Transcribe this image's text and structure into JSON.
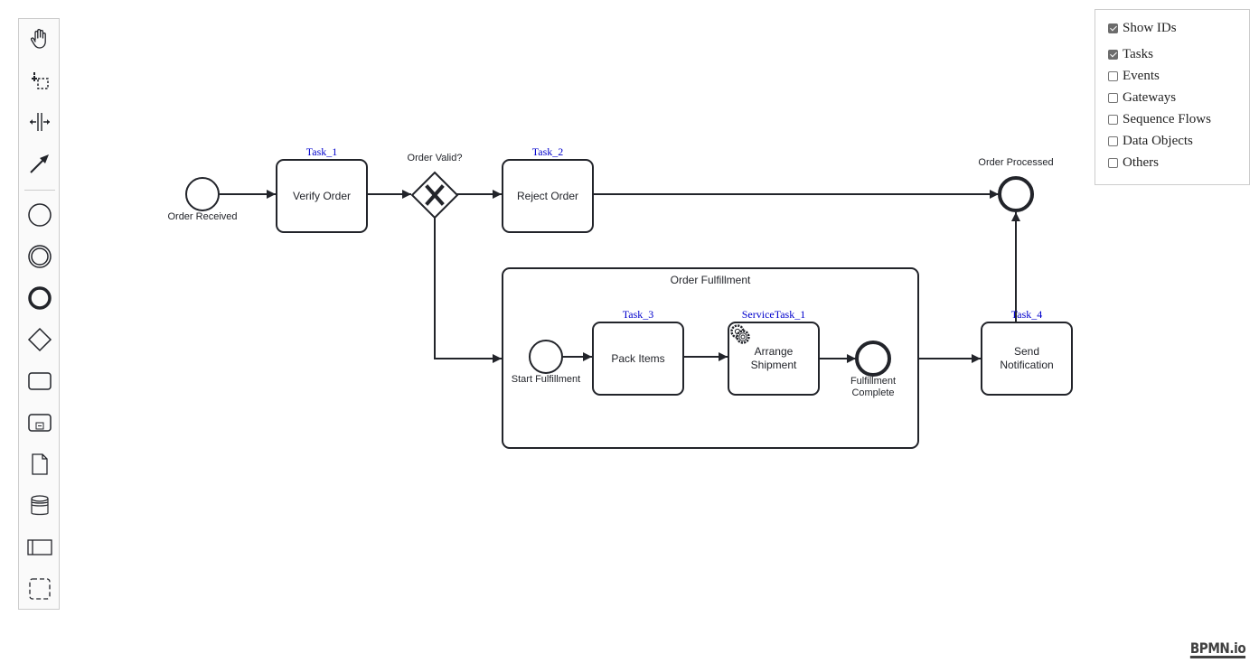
{
  "palette": {
    "tools": [
      {
        "icon": "hand-tool-icon"
      },
      {
        "icon": "lasso-tool-icon"
      },
      {
        "icon": "space-tool-icon"
      },
      {
        "icon": "connect-tool-icon"
      },
      {
        "icon": "start-event-icon"
      },
      {
        "icon": "intermediate-event-icon"
      },
      {
        "icon": "end-event-icon"
      },
      {
        "icon": "gateway-icon"
      },
      {
        "icon": "task-icon"
      },
      {
        "icon": "subprocess-icon"
      },
      {
        "icon": "data-object-icon"
      },
      {
        "icon": "data-store-icon"
      },
      {
        "icon": "participant-icon"
      },
      {
        "icon": "group-icon"
      }
    ]
  },
  "diagram": {
    "start_event_label": "Order Received",
    "task1": {
      "id": "Task_1",
      "label": "Verify Order"
    },
    "gateway_label": "Order Valid?",
    "task2": {
      "id": "Task_2",
      "label": "Reject Order"
    },
    "end_event_label": "Order Processed",
    "subprocess_label": "Order Fulfillment",
    "sub_start_label": "Start Fulfillment",
    "task3": {
      "id": "Task_3",
      "label": "Pack Items"
    },
    "service_task": {
      "id": "ServiceTask_1",
      "label_line1": "Arrange",
      "label_line2": "Shipment"
    },
    "sub_end_label_line1": "Fulfillment",
    "sub_end_label_line2": "Complete",
    "task4": {
      "id": "Task_4",
      "label_line1": "Send",
      "label_line2": "Notification"
    },
    "id_color": "#0000cc",
    "stroke_color": "#22242a"
  },
  "filter_panel": {
    "options": [
      {
        "label": "Show IDs",
        "checked": true
      },
      {
        "label": "Tasks",
        "checked": true
      },
      {
        "label": "Events",
        "checked": false
      },
      {
        "label": "Gateways",
        "checked": false
      },
      {
        "label": "Sequence Flows",
        "checked": false
      },
      {
        "label": "Data Objects",
        "checked": false
      },
      {
        "label": "Others",
        "checked": false
      }
    ]
  },
  "logo": "BPMN.io"
}
